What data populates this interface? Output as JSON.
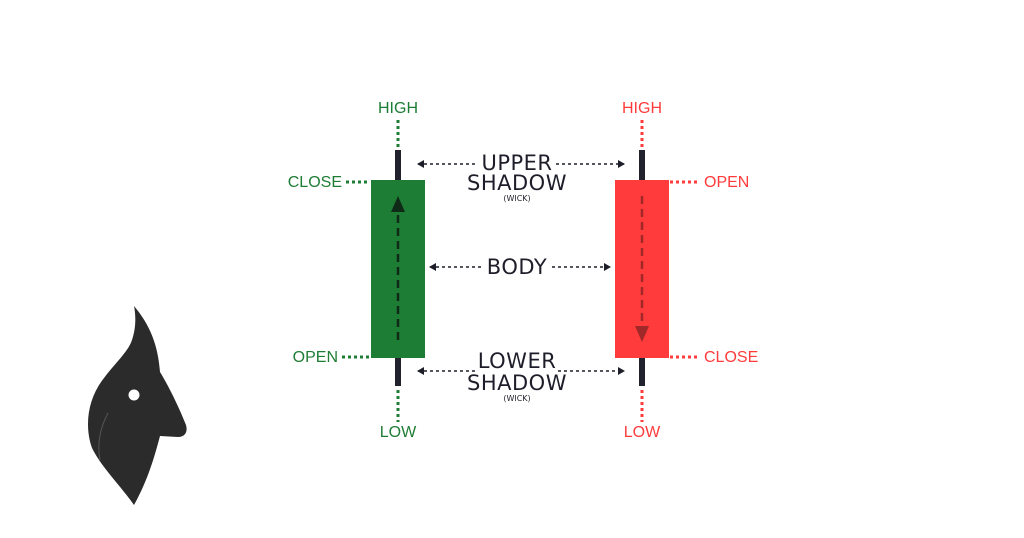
{
  "colors": {
    "bullish": "#1e7d35",
    "bearish": "#ff3b3b",
    "wick": "#22222e",
    "text_dark": "#1e1e2a",
    "logo": "#2b2b2b"
  },
  "bullish": {
    "high_label": "HIGH",
    "close_label": "CLOSE",
    "open_label": "OPEN",
    "low_label": "LOW"
  },
  "bearish": {
    "high_label": "HIGH",
    "open_label": "OPEN",
    "close_label": "CLOSE",
    "low_label": "LOW"
  },
  "middle": {
    "upper_line1": "UPPER",
    "upper_line2": "SHADOW",
    "upper_note": "(WICK)",
    "body": "BODY",
    "lower_line1": "LOWER",
    "lower_line2": "SHADOW",
    "lower_note": "(WICK)"
  },
  "logo": {
    "icon": "bull-head-icon"
  }
}
